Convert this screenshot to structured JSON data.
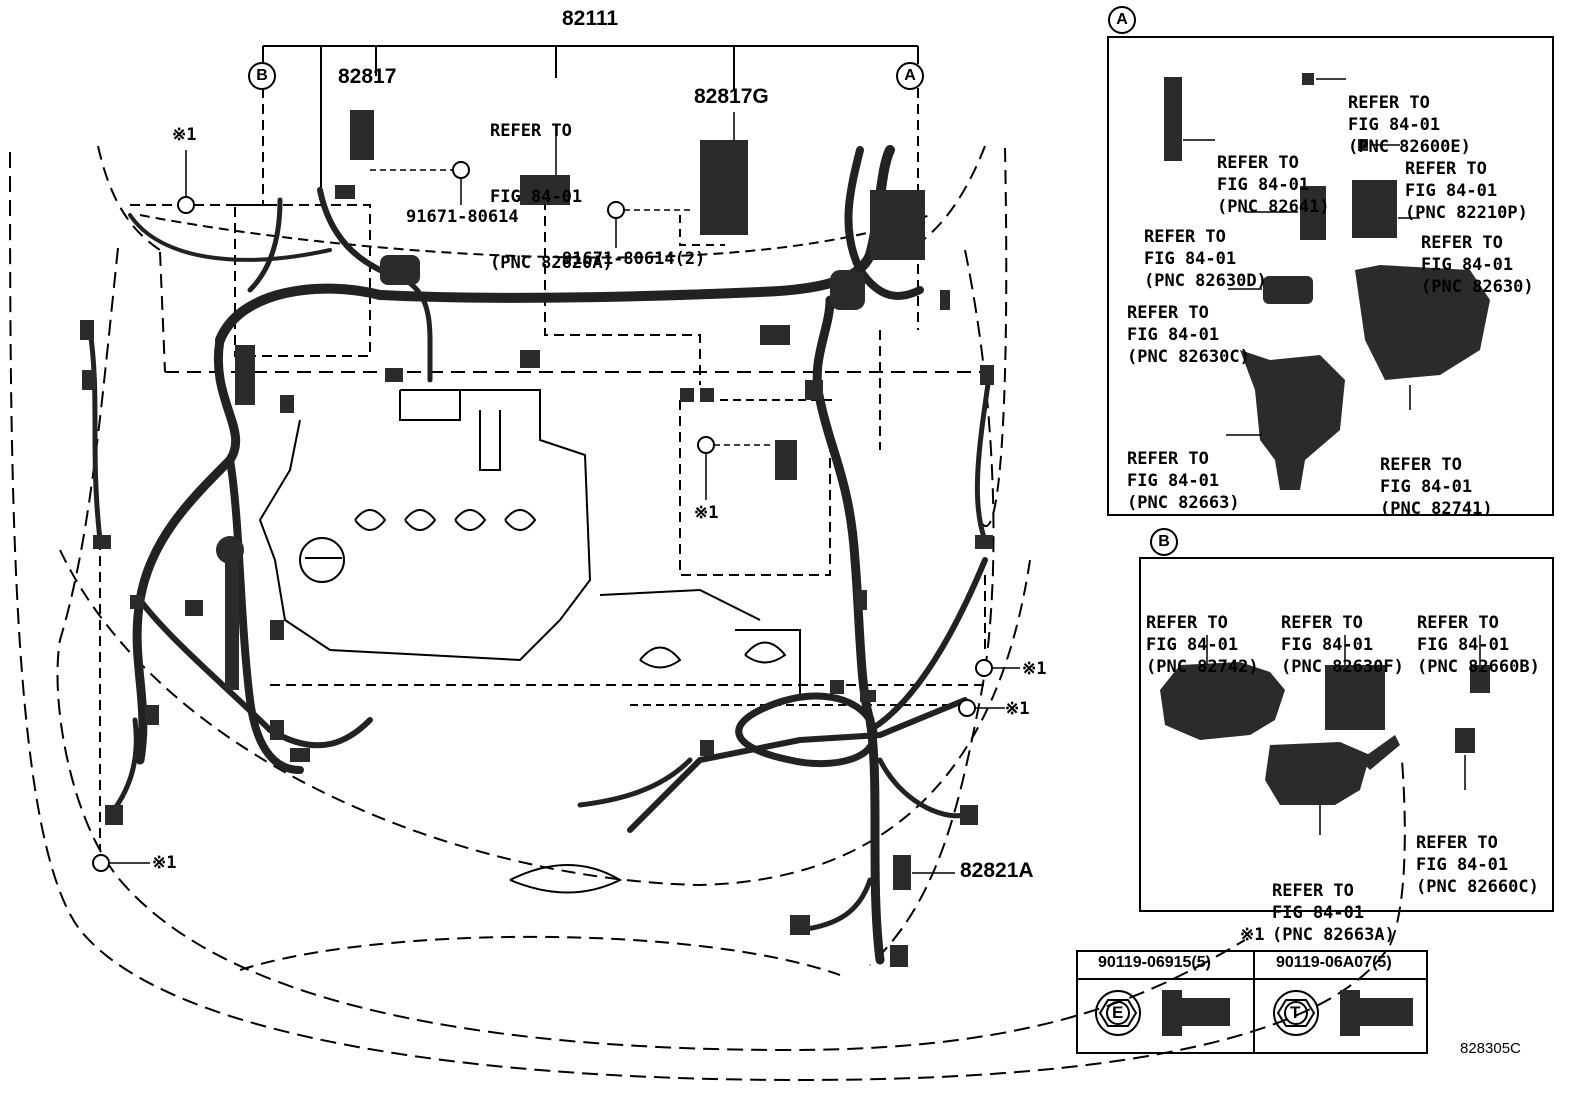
{
  "main_part": "82111",
  "callouts": {
    "p82817": "82817",
    "p82817g": "82817G",
    "bolt1": "91671-80614",
    "bolt2": "91671-80614(2)",
    "p82821a": "82821A",
    "ref_82620a": [
      "REFER TO",
      "FIG 84-01",
      "(PNC 82620A)"
    ]
  },
  "markers": {
    "a": "A",
    "b": "B",
    "asterisk": "※1"
  },
  "panel_a": {
    "label": "A",
    "refs": [
      [
        "REFER TO",
        "FIG 84-01",
        "(PNC 82600E)"
      ],
      [
        "REFER TO",
        "FIG 84-01",
        "(PNC 82641)"
      ],
      [
        "REFER TO",
        "FIG 84-01",
        "(PNC 82210P)"
      ],
      [
        "REFER TO",
        "FIG 84-01",
        "(PNC 82630D)"
      ],
      [
        "REFER TO",
        "FIG 84-01",
        "(PNC 82630)"
      ],
      [
        "REFER TO",
        "FIG 84-01",
        "(PNC 82630C)"
      ],
      [
        "REFER TO",
        "FIG 84-01",
        "(PNC 82663)"
      ],
      [
        "REFER TO",
        "FIG 84-01",
        "(PNC 82741)"
      ]
    ]
  },
  "panel_b": {
    "label": "B",
    "refs": [
      [
        "REFER TO",
        "FIG 84-01",
        "(PNC 82742)"
      ],
      [
        "REFER TO",
        "FIG 84-01",
        "(PNC 82630F)"
      ],
      [
        "REFER TO",
        "FIG 84-01",
        "(PNC 82660B)"
      ],
      [
        "REFER TO",
        "FIG 84-01",
        "(PNC 82663A)"
      ],
      [
        "REFER TO",
        "FIG 84-01",
        "(PNC 82660C)"
      ]
    ]
  },
  "fastener_table": {
    "note": "※1",
    "col1": "90119-06915(5)",
    "col2": "90119-06A07(5)",
    "sym1": "E",
    "sym2": "T"
  },
  "diagram_code": "828305C"
}
